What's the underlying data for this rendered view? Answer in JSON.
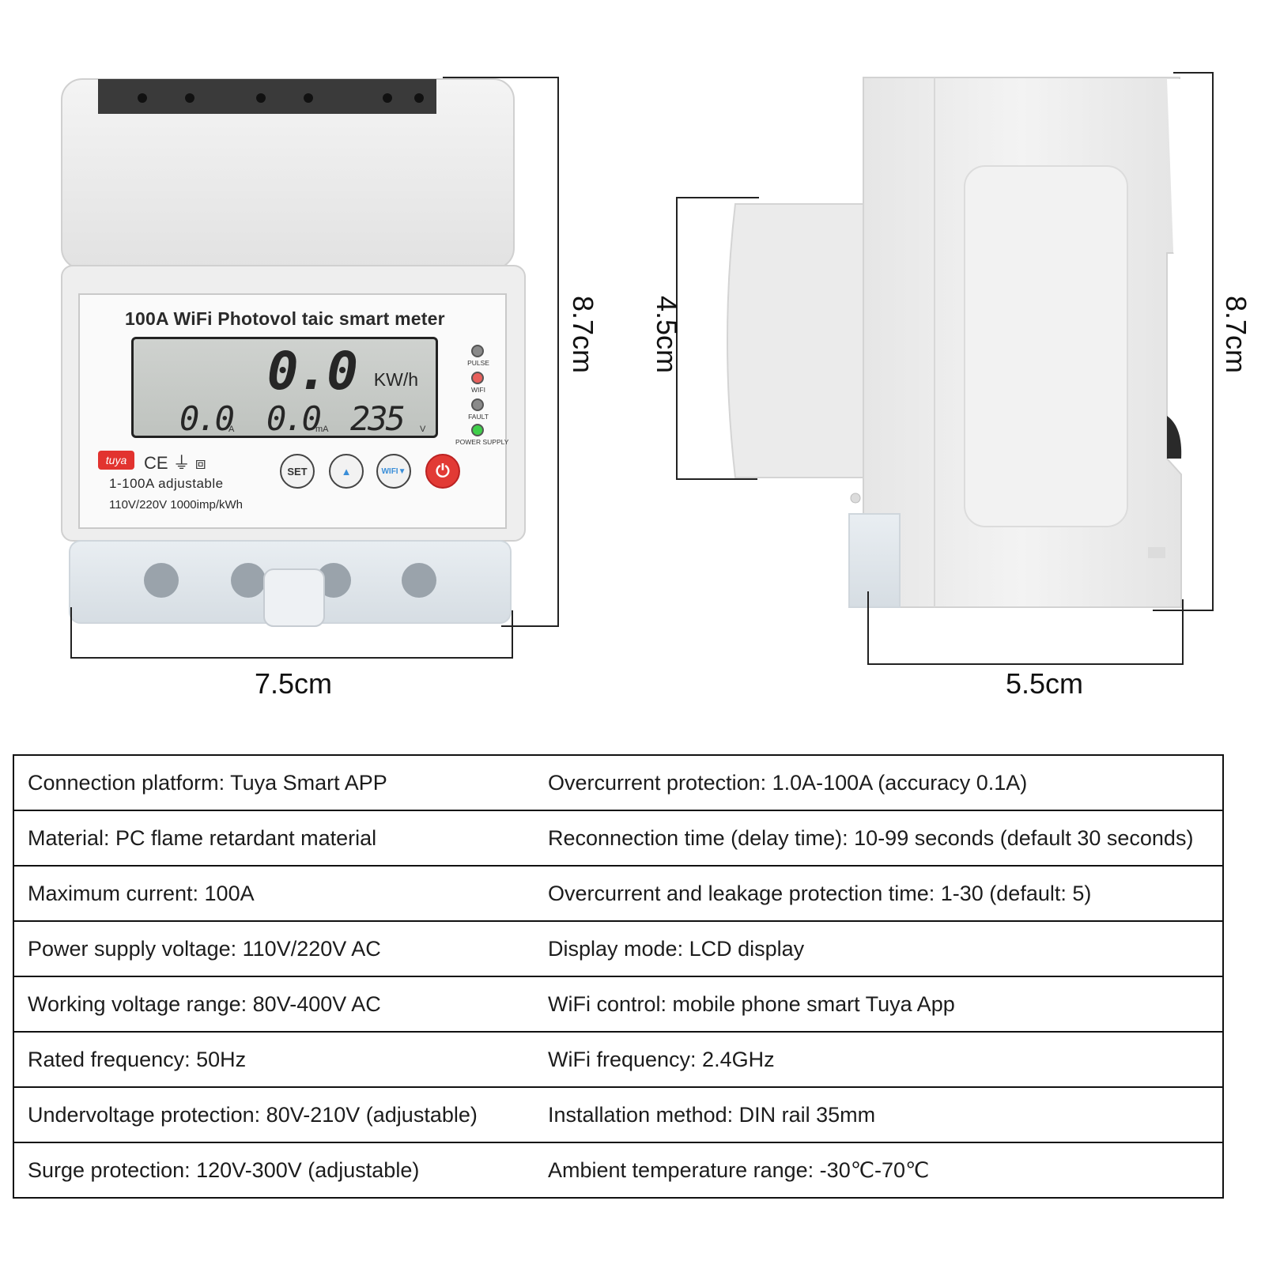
{
  "front_panel": {
    "title": "100A WiFi Photovol taic smart meter",
    "lcd": {
      "energy_value": "0.0",
      "energy_unit": "KW/h",
      "current_value": "0.0",
      "current_unit": "A",
      "leakage_value": "0.0",
      "leakage_unit": "mA",
      "voltage_value": "235",
      "voltage_unit": "V"
    },
    "leds": [
      {
        "label": "PULSE",
        "color": "#8a8a8a"
      },
      {
        "label": "WIFI",
        "color": "#e8605c"
      },
      {
        "label": "FAULT",
        "color": "#8a8a8a"
      },
      {
        "label": "POWER SUPPLY",
        "color": "#3fcf4a"
      }
    ],
    "brand_logo": "tuya",
    "certification_marks": "CE ⏚ ⧈",
    "adjustable_text": "1-100A adjustable",
    "rating_text": "110V/220V 1000imp/kWh",
    "buttons": [
      {
        "label": "SET"
      },
      {
        "label": "▲"
      },
      {
        "label": "WIFI▼"
      },
      {
        "label": "⏻"
      }
    ],
    "accent_color": "#e23a35"
  },
  "dimensions": {
    "front_height": "8.7cm",
    "front_width": "7.5cm",
    "side_depth_front": "4.5cm",
    "side_height": "8.7cm",
    "side_width": "5.5cm"
  },
  "specs": [
    [
      "Connection platform: Tuya Smart APP",
      "Overcurrent protection: 1.0A-100A (accuracy 0.1A)"
    ],
    [
      "Material: PC flame retardant material",
      "Reconnection time (delay time): 10-99 seconds (default 30 seconds)"
    ],
    [
      "Maximum current: 100A",
      "Overcurrent and leakage protection time: 1-30 (default: 5)"
    ],
    [
      "Power supply voltage: 110V/220V AC",
      "Display mode: LCD display"
    ],
    [
      "Working voltage range: 80V-400V AC",
      "WiFi control: mobile phone smart Tuya App"
    ],
    [
      "Rated frequency: 50Hz",
      "WiFi frequency: 2.4GHz"
    ],
    [
      "Undervoltage protection: 80V-210V (adjustable)",
      "Installation method: DIN rail 35mm"
    ],
    [
      "Surge protection: 120V-300V (adjustable)",
      "Ambient temperature range: -30℃-70℃"
    ]
  ]
}
